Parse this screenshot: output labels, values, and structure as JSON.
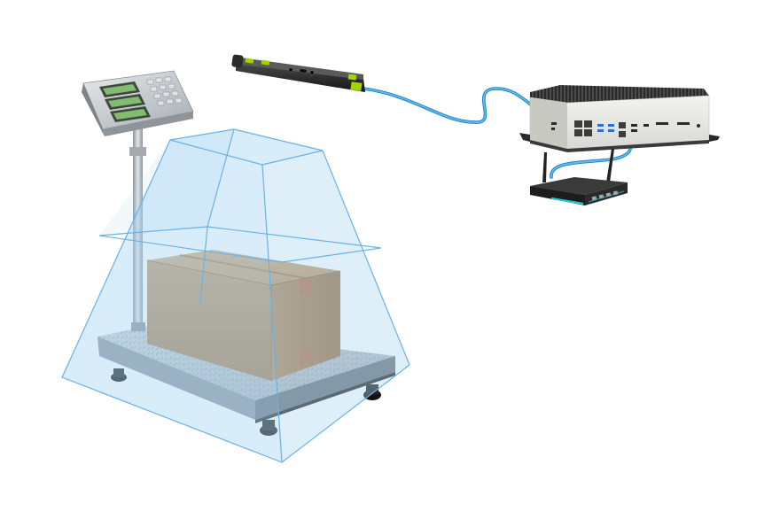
{
  "scene": {
    "background": "#ffffff",
    "components": [
      {
        "id": "weighing-scale",
        "icon": "platform-scale-icon"
      },
      {
        "id": "scale-indicator",
        "icon": "digital-display-icon"
      },
      {
        "id": "cardboard-box",
        "icon": "package-icon"
      },
      {
        "id": "dimension-sensor",
        "icon": "depth-sensor-icon"
      },
      {
        "id": "edge-computer",
        "icon": "industrial-pc-icon"
      },
      {
        "id": "wifi-router",
        "icon": "router-icon"
      }
    ],
    "colors": {
      "measurement_volume_fill": "#a8d4f3",
      "measurement_volume_edge": "#69b2e6",
      "cable": "#3fa3e0",
      "box": "#b58b5a",
      "scale_platform": "#b8bec4",
      "sensor_accent": "#a4d400",
      "router_led": "#29c6e0"
    }
  }
}
